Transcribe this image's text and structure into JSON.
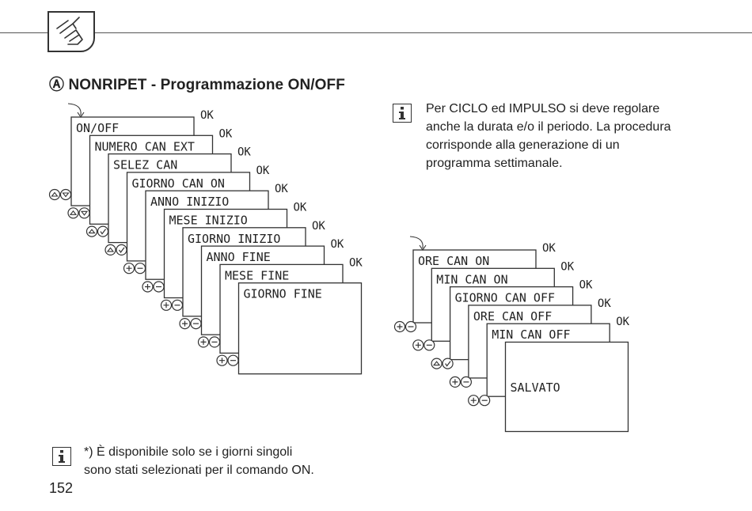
{
  "section_heading": "Ⓐ  NONRIPET - Programmazione ON/OFF",
  "note_cycle": [
    "Per CICLO ed IMPULSO si deve regolare",
    "anche la durata e/o il periodo. La procedura",
    "corrisponde alla generazione di un",
    "programma settimanale."
  ],
  "note_footnote": [
    "*) È disponibile solo se i giorni singoli",
    "sono stati selezionati per il comando ON."
  ],
  "page_number": "152",
  "ok_label": "OK",
  "left_screens": [
    {
      "label": "ON/OFF",
      "buttons": "up-down"
    },
    {
      "label": "NUMERO CAN EXT",
      "buttons": "up-down"
    },
    {
      "label": "SELEZ CAN",
      "buttons": "up-check"
    },
    {
      "label": "GIORNO CAN ON",
      "buttons": "up-check"
    },
    {
      "label": "ANNO INIZIO",
      "buttons": "plus-minus"
    },
    {
      "label": "MESE INIZIO",
      "buttons": "plus-minus"
    },
    {
      "label": "GIORNO INIZIO",
      "buttons": "plus-minus"
    },
    {
      "label": "ANNO FINE",
      "buttons": "plus-minus"
    },
    {
      "label": "MESE FINE",
      "buttons": "plus-minus"
    },
    {
      "label": "GIORNO FINE",
      "buttons": "plus-minus"
    }
  ],
  "right_screens": [
    {
      "label": "ORE CAN ON",
      "buttons": "plus-minus"
    },
    {
      "label": "MIN CAN ON",
      "buttons": "plus-minus"
    },
    {
      "label": "GIORNO CAN OFF",
      "buttons": "up-check"
    },
    {
      "label": "ORE CAN OFF",
      "buttons": "plus-minus"
    },
    {
      "label": "MIN CAN OFF",
      "buttons": "plus-minus"
    },
    {
      "label": "SALVATO",
      "buttons": ""
    }
  ],
  "icons": {
    "header": "hand-pointer-icon",
    "note": "info-icon",
    "up": "up-arrow-button-icon",
    "down": "down-arrow-button-icon",
    "check": "check-button-icon",
    "plus": "plus-button-icon",
    "minus": "minus-button-icon"
  }
}
